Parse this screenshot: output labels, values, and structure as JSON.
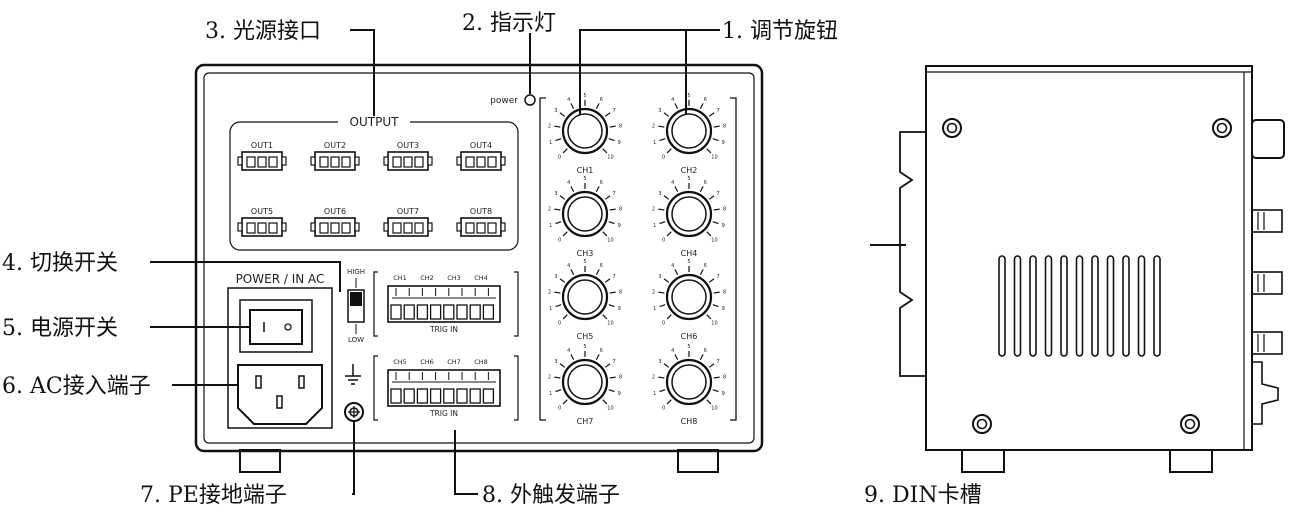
{
  "callouts": {
    "c1": "1. 调节旋钮",
    "c2": "2. 指示灯",
    "c3": "3. 光源接口",
    "c4": "4. 切换开关",
    "c5": "5. 电源开关",
    "c6": "6. AC接入端子",
    "c7": "7. PE接地端子",
    "c8": "8. 外触发端子",
    "c9": "9. DIN卡槽"
  },
  "front_panel": {
    "power_indicator_label": "power",
    "output_label": "OUTPUT",
    "outputs": [
      "OUT1",
      "OUT2",
      "OUT3",
      "OUT4",
      "OUT5",
      "OUT6",
      "OUT7",
      "OUT8"
    ],
    "power_in_label": "POWER / IN  AC",
    "switch_high": "HIGH",
    "switch_low": "LOW",
    "trig_in_label": "TRIG IN",
    "trig_channels_top": [
      "CH1",
      "CH2",
      "CH3",
      "CH4"
    ],
    "trig_channels_bottom": [
      "CH5",
      "CH6",
      "CH7",
      "CH8"
    ],
    "knob_channels": [
      "CH1",
      "CH2",
      "CH3",
      "CH4",
      "CH5",
      "CH6",
      "CH7",
      "CH8"
    ],
    "knob_scale_labels": [
      "0",
      "1",
      "2",
      "3",
      "4",
      "5",
      "6",
      "7",
      "8",
      "9",
      "10"
    ]
  }
}
